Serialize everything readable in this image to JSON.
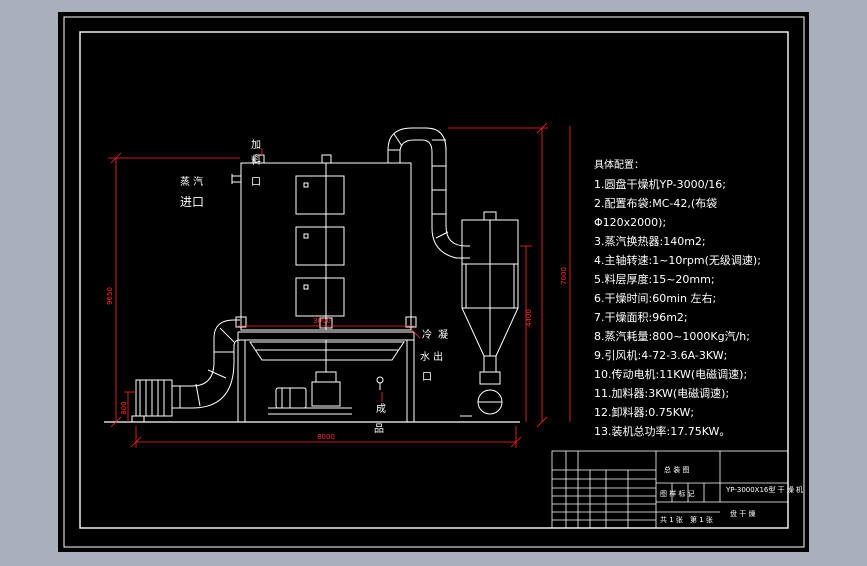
{
  "colors": {
    "viewport_bg": "#a9b0bb",
    "paper": "#000000",
    "line": "#ffffff",
    "dim": "#ff2a2a",
    "leader": "#ff2a2a"
  },
  "labels": {
    "feed_1": "加",
    "feed_2": "料",
    "feed_3": "口",
    "steam_1": "蒸 汽",
    "steam_2": "进口",
    "cool_1": "冷",
    "cool_2": "凝",
    "cool_3": "水 出",
    "cool_4": "口",
    "product_1": "成",
    "product_2": "品"
  },
  "dimensions": {
    "total_height": "9650",
    "base_height": "800",
    "body_width": "3000",
    "total_width": "8000",
    "cyclone_height": "7000",
    "cyclone_lower": "4400"
  },
  "specs": {
    "heading": "具体配置：",
    "lines": [
      "1.圆盘干燥机YP-3000/16;",
      "2.配置布袋:MC-42,(布袋",
      "Φ120x2000);",
      "3.蒸汽换热器:140m2;",
      "4.主轴转速:1~10rpm(无级调速);",
      "5.料层厚度:15~20mm;",
      "6.干燥时间:60min 左右;",
      "7.干燥面积:96m2;",
      "8.蒸汽耗量:800~1000Kg汽/h;",
      "9.引风机:4-72-3.6A-3KW;",
      "10.传动电机:11KW(电磁调速);",
      "11.加料器:3KW(电磁调速);",
      "12.卸料器:0.75KW;",
      "13.装机总功率:17.75KW。"
    ]
  },
  "title_block": {
    "drawing_name": "总 装 图",
    "drawing_no": "YP-3000X16型 干 燥 机",
    "row1": "图 样 标 记",
    "row2": "共 1 张",
    "row3": "第 1 张",
    "row4": "盘 干 燥"
  }
}
